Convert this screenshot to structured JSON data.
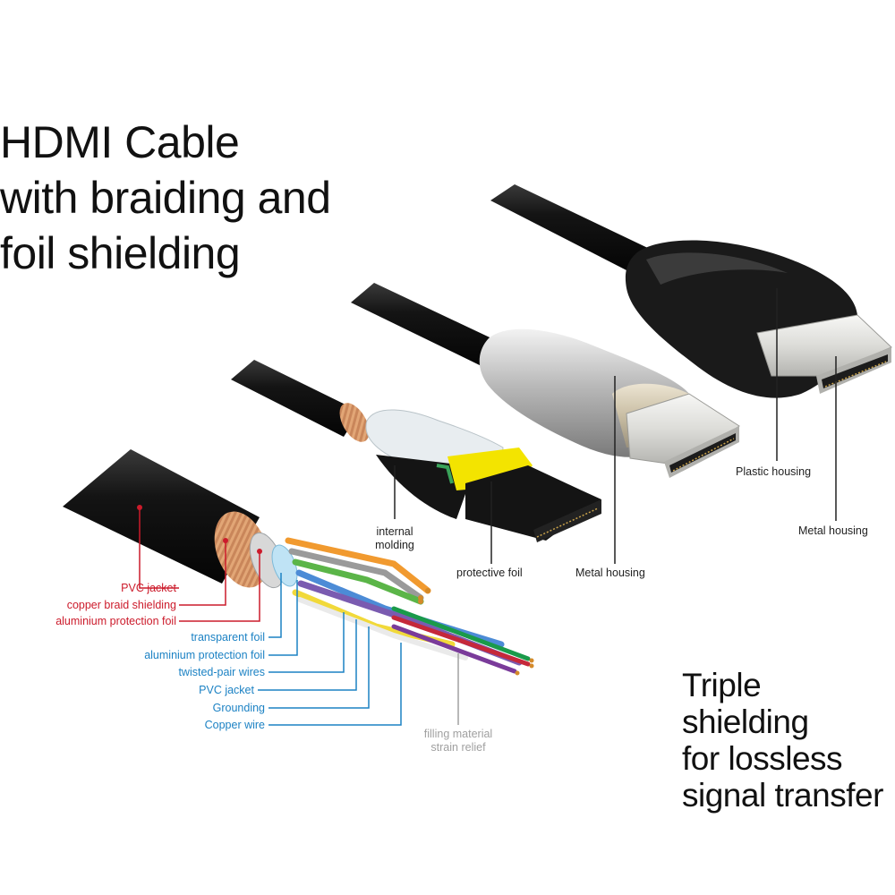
{
  "title": "HDMI Cable\nwith braiding and\nfoil shielding",
  "tagline": "Triple shielding\nfor lossless\nsignal transfer",
  "labels": {
    "pvc_jacket_outer": "PVC jacket",
    "copper_braid": "copper braid shielding",
    "aluminium_foil_outer": "aluminium protection foil",
    "transparent_foil": "transparent foil",
    "aluminium_foil_inner": "aluminium protection foil",
    "twisted_pair": "twisted-pair wires",
    "pvc_jacket_inner": "PVC jacket",
    "grounding": "Grounding",
    "copper_wire": "Copper wire",
    "filling_material": "filling material\nstrain relief",
    "internal_molding": "internal\nmolding",
    "protective_foil": "protective foil",
    "metal_housing_mid": "Metal housing",
    "plastic_housing": "Plastic housing",
    "metal_housing_right": "Metal housing"
  },
  "colors": {
    "red_labels": "#cc1b2b",
    "blue_labels": "#1c82c4",
    "grey_labels": "#a0a0a0"
  }
}
